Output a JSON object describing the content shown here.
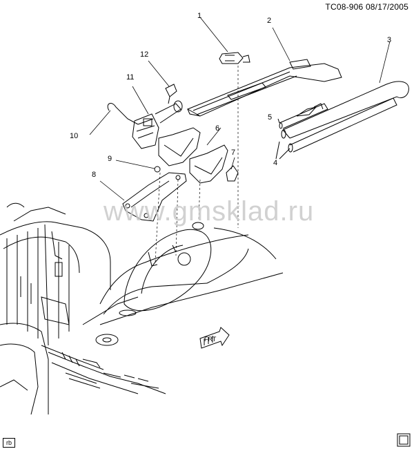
{
  "header": {
    "diagram_id": "TC08-906",
    "date": "08/17/2005"
  },
  "watermark": "www.gmsklad.ru",
  "badge": "rb",
  "front_label": "FRT",
  "callouts": {
    "c1": "1",
    "c2": "2",
    "c3": "3",
    "c4": "4",
    "c5": "5",
    "c6": "6",
    "c7": "7",
    "c8": "8",
    "c9": "9",
    "c10": "10",
    "c11": "11",
    "c12": "12"
  }
}
